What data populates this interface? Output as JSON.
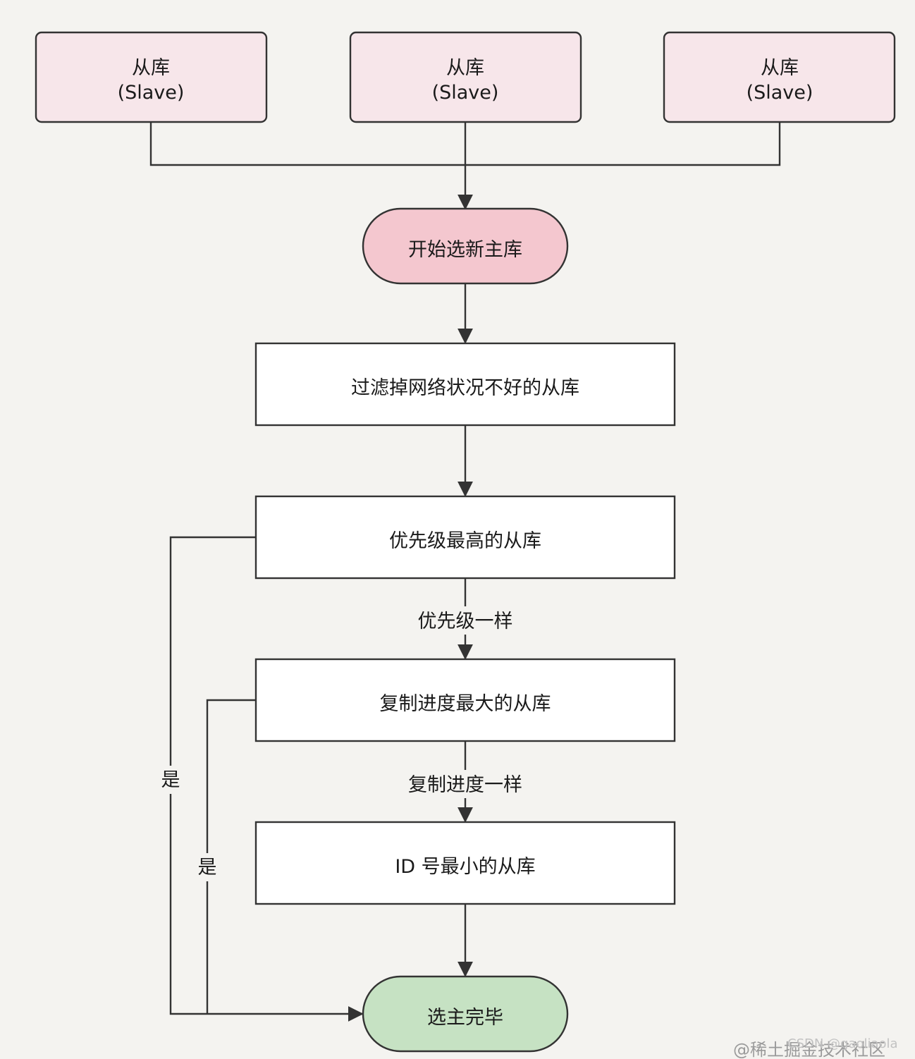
{
  "slaves": [
    {
      "line1": "从库",
      "line2": "(Slave)"
    },
    {
      "line1": "从库",
      "line2": "(Slave)"
    },
    {
      "line1": "从库",
      "line2": "(Slave)"
    }
  ],
  "start": "开始选新主库",
  "steps": {
    "filter": "过滤掉网络状况不好的从库",
    "priority": "优先级最高的从库",
    "progress": "复制进度最大的从库",
    "id": "ID 号最小的从库"
  },
  "end": "选主完毕",
  "edge_labels": {
    "same_priority": "优先级一样",
    "same_progress": "复制进度一样",
    "yes_1": "是",
    "yes_2": "是"
  },
  "watermarks": {
    "main": "@稀土掘金技术社区",
    "secondary": "CSDN @gaoliaola"
  },
  "colors": {
    "slave_fill": "#f7e6ea",
    "start_fill": "#f4c7cf",
    "end_fill": "#c6e2c3",
    "step_fill": "#ffffff",
    "stroke": "#333333"
  }
}
